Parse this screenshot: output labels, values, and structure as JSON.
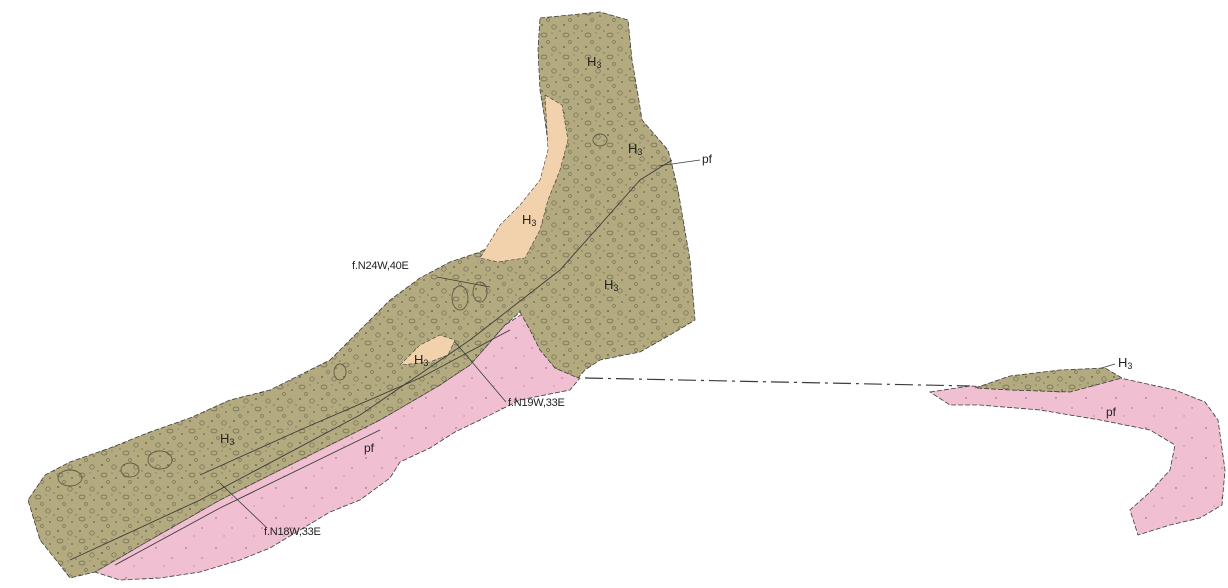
{
  "colors": {
    "gravel_h3": "#b3ab7f",
    "gravel_edge": "#8f8766",
    "peat_pf": "#f1bfd2",
    "silt_lens": "#f2d2ac",
    "line": "#3c3c3c"
  },
  "units": {
    "h3": {
      "main": "H",
      "sub": "3"
    },
    "pf": "pf"
  },
  "faults": {
    "f1": "f.N24W,40E",
    "f2": "f.N19W,33E",
    "f3": "f.N18W,33E"
  }
}
